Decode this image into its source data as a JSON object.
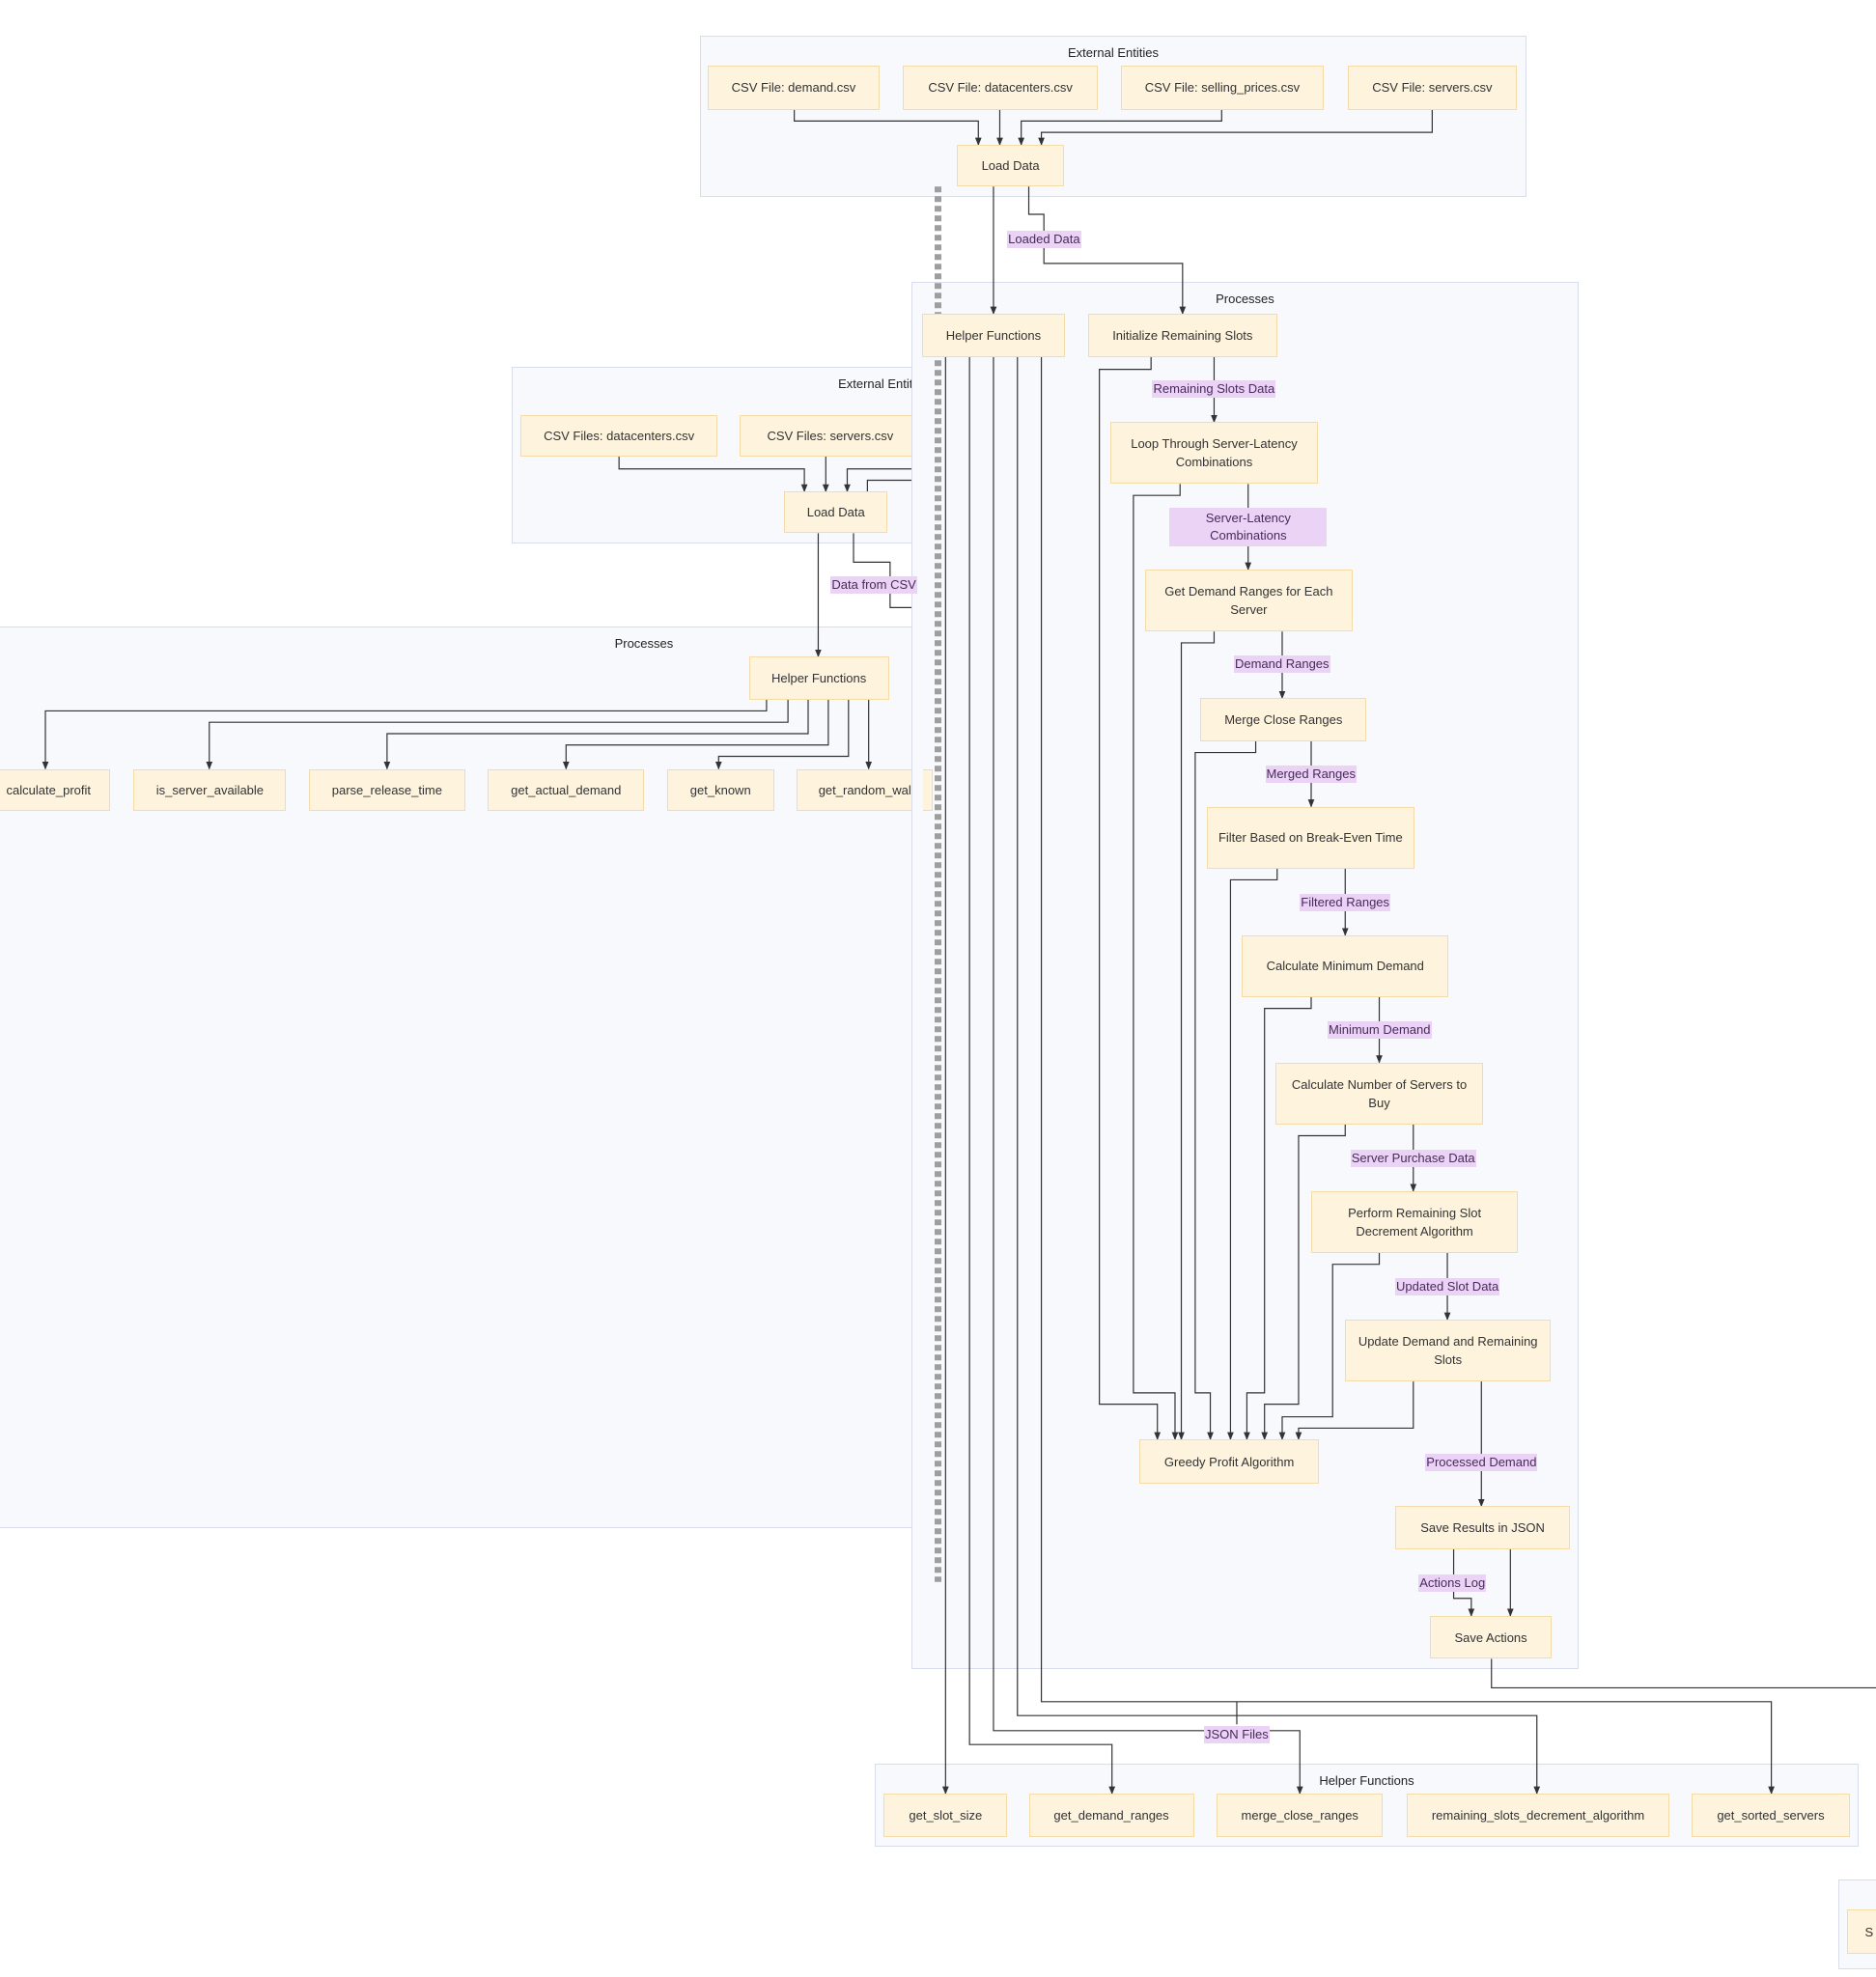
{
  "colors": {
    "cluster_fill": "#f8f9fd",
    "cluster_border": "#d9dcea",
    "node_fill": "#fef3dd",
    "node_border": "#f4dba8",
    "edge_label_fill": "#ead3f5",
    "edge": "#333333",
    "dotted_edge": "#9e9e9e"
  },
  "clusters": [
    {
      "id": "ext2",
      "title": "External Entities"
    },
    {
      "id": "proc2",
      "title": "Processes"
    },
    {
      "id": "ext1",
      "title": "External Entities"
    },
    {
      "id": "proc1",
      "title": "Processes"
    },
    {
      "id": "helpers",
      "title": "Helper Functions"
    },
    {
      "id": "partial",
      "title": ""
    }
  ],
  "nodes": [
    {
      "id": "csv_dc2",
      "label": "CSV Files: datacenters.csv"
    },
    {
      "id": "csv_srv2",
      "label": "CSV Files: servers.csv"
    },
    {
      "id": "load2",
      "label": "Load Data"
    },
    {
      "id": "help2",
      "label": "Helper Functions"
    },
    {
      "id": "calc_profit",
      "label": "calculate_profit"
    },
    {
      "id": "is_avail",
      "label": "is_server_available"
    },
    {
      "id": "parse_rel",
      "label": "parse_release_time"
    },
    {
      "id": "get_actual",
      "label": "get_actual_demand"
    },
    {
      "id": "get_known",
      "label": "get_known"
    },
    {
      "id": "get_random",
      "label": "get_random_wal"
    },
    {
      "id": "csv_demand",
      "label": "CSV File: demand.csv"
    },
    {
      "id": "csv_dc",
      "label": "CSV File: datacenters.csv"
    },
    {
      "id": "csv_sp",
      "label": "CSV File: selling_prices.csv"
    },
    {
      "id": "csv_srv",
      "label": "CSV File: servers.csv"
    },
    {
      "id": "load1",
      "label": "Load Data"
    },
    {
      "id": "help1",
      "label": "Helper Functions"
    },
    {
      "id": "init_slots",
      "label": "Initialize Remaining Slots"
    },
    {
      "id": "loop",
      "label": "Loop Through Server-Latency Combinations"
    },
    {
      "id": "get_ranges",
      "label": "Get Demand Ranges for Each Server"
    },
    {
      "id": "merge",
      "label": "Merge Close Ranges"
    },
    {
      "id": "filter",
      "label": "Filter Based on Break-Even Time"
    },
    {
      "id": "calc_min",
      "label": "Calculate Minimum Demand"
    },
    {
      "id": "calc_num",
      "label": "Calculate Number of Servers to Buy"
    },
    {
      "id": "perform",
      "label": "Perform Remaining Slot Decrement Algorithm"
    },
    {
      "id": "update",
      "label": "Update Demand and Remaining Slots"
    },
    {
      "id": "greedy",
      "label": "Greedy Profit Algorithm"
    },
    {
      "id": "save_json",
      "label": "Save Results in JSON"
    },
    {
      "id": "save_actions",
      "label": "Save Actions"
    },
    {
      "id": "h_slot",
      "label": "get_slot_size"
    },
    {
      "id": "h_ranges",
      "label": "get_demand_ranges"
    },
    {
      "id": "h_merge",
      "label": "merge_close_ranges"
    },
    {
      "id": "h_rsda",
      "label": "remaining_slots_decrement_algorithm"
    },
    {
      "id": "h_sorted",
      "label": "get_sorted_servers"
    },
    {
      "id": "partial_node",
      "label": "S"
    }
  ],
  "edge_labels": [
    {
      "id": "l_loaded",
      "label": "Loaded Data"
    },
    {
      "id": "l_csv",
      "label": "Data from CSV"
    },
    {
      "id": "l_rem",
      "label": "Remaining Slots Data"
    },
    {
      "id": "l_slc",
      "label": "Server-Latency Combinations"
    },
    {
      "id": "l_dr",
      "label": "Demand Ranges"
    },
    {
      "id": "l_mr",
      "label": "Merged Ranges"
    },
    {
      "id": "l_fr",
      "label": "Filtered Ranges"
    },
    {
      "id": "l_md",
      "label": "Minimum Demand"
    },
    {
      "id": "l_spd",
      "label": "Server Purchase Data"
    },
    {
      "id": "l_usd",
      "label": "Updated Slot Data"
    },
    {
      "id": "l_pd",
      "label": "Processed Demand"
    },
    {
      "id": "l_al",
      "label": "Actions Log"
    },
    {
      "id": "l_json",
      "label": "JSON Files"
    }
  ]
}
